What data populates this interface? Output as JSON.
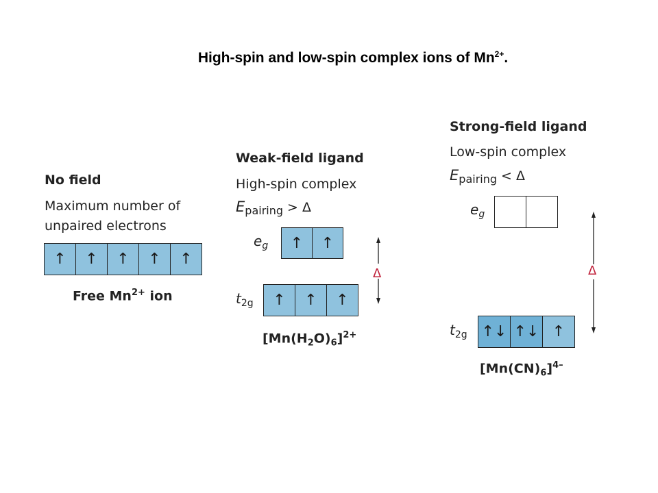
{
  "title": {
    "main": "High-spin and low-spin complex ions of Mn",
    "sup": "2+",
    "end": "."
  },
  "no_field": {
    "heading": "No field",
    "line1": "Maximum number of",
    "line2": "unpaired electrons",
    "cells": [
      "↑",
      "↑",
      "↑",
      "↑",
      "↑"
    ],
    "caption_main": "Free Mn",
    "caption_sup": "2+",
    "caption_end": " ion"
  },
  "weak": {
    "heading": "Weak-field ligand",
    "subheading": "High-spin complex",
    "e_symbol": "E",
    "e_sub": "pairing",
    "relation": " > Δ",
    "eg_label": "e",
    "eg_sub": "g",
    "eg_cells": [
      "↑",
      "↑"
    ],
    "t2g_label": "t",
    "t2g_sub": "2g",
    "t2g_cells": [
      "↑",
      "↑",
      "↑"
    ],
    "delta": "Δ",
    "formula_a": "[Mn(H",
    "formula_sub1": "2",
    "formula_b": "O)",
    "formula_sub2": "6",
    "formula_c": "]",
    "formula_sup": "2+"
  },
  "strong": {
    "heading": "Strong-field ligand",
    "subheading": "Low-spin complex",
    "e_symbol": "E",
    "e_sub": "pairing",
    "relation": " < Δ",
    "eg_label": "e",
    "eg_sub": "g",
    "eg_cells": [
      "",
      ""
    ],
    "t2g_label": "t",
    "t2g_sub": "2g",
    "t2g_cells": [
      "↑↓",
      "↑↓",
      "↑"
    ],
    "delta": "Δ",
    "formula_a": "[Mn(CN)",
    "formula_sub": "6",
    "formula_b": "]",
    "formula_sup": "4–"
  },
  "colors": {
    "orbital_fill": "#8fc2de",
    "orbital_fill_dark": "#6fb1d6",
    "delta": "#c0223b"
  }
}
